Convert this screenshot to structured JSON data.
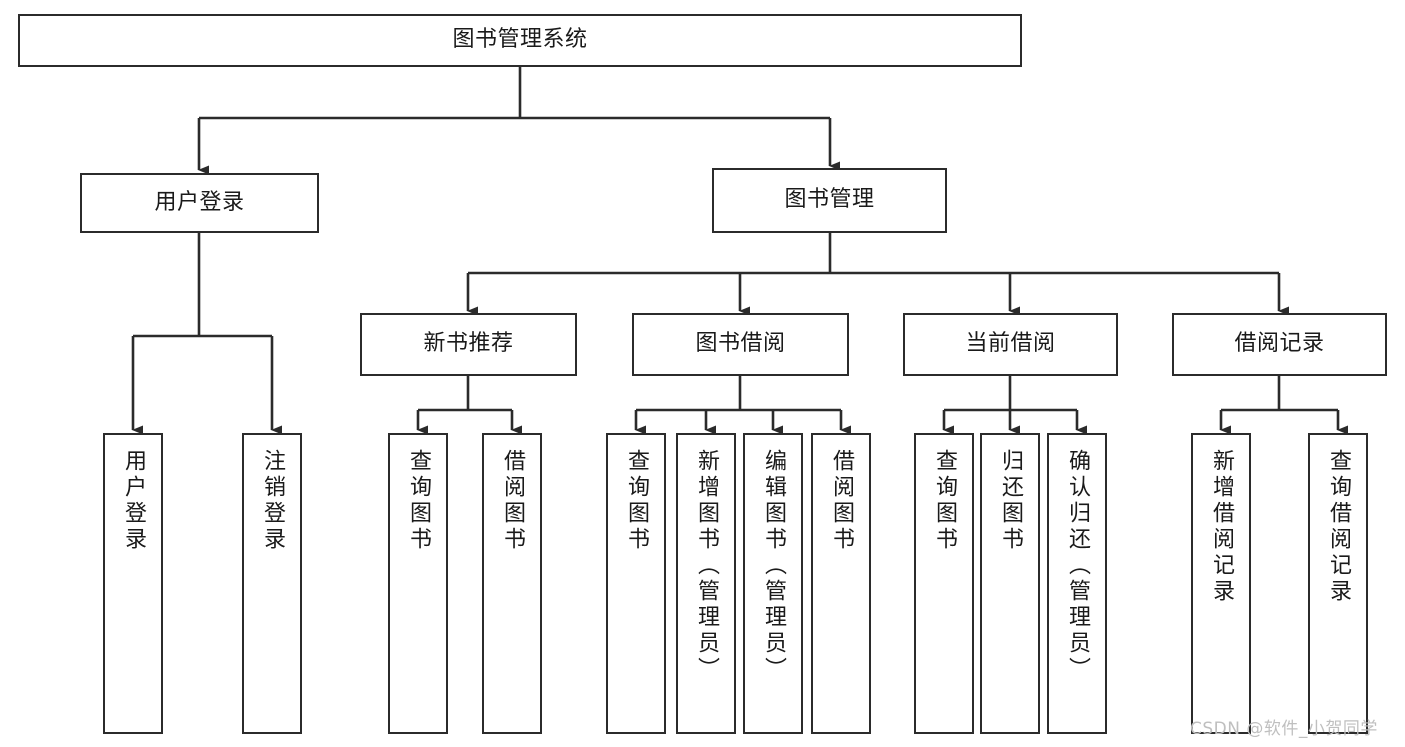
{
  "diagram": {
    "type": "hierarchy-tree",
    "orientation": "top-down",
    "levels": 4,
    "root": {
      "id": "root",
      "label": "图书管理系统",
      "text_direction": "horizontal"
    },
    "level2": [
      {
        "id": "user-login",
        "label": "用户登录",
        "text_direction": "horizontal"
      },
      {
        "id": "book-manage",
        "label": "图书管理",
        "text_direction": "horizontal"
      }
    ],
    "level3": [
      {
        "id": "new-book-recommend",
        "label": "新书推荐",
        "parent": "book-manage",
        "text_direction": "horizontal"
      },
      {
        "id": "book-borrow",
        "label": "图书借阅",
        "parent": "book-manage",
        "text_direction": "horizontal"
      },
      {
        "id": "current-borrow",
        "label": "当前借阅",
        "parent": "book-manage",
        "text_direction": "horizontal"
      },
      {
        "id": "borrow-record",
        "label": "借阅记录",
        "parent": "book-manage",
        "text_direction": "horizontal"
      }
    ],
    "leaves": [
      {
        "id": "leaf-user-login",
        "label": "用户登录",
        "parent": "user-login",
        "text_direction": "vertical"
      },
      {
        "id": "leaf-user-logout",
        "label": "注销登录",
        "parent": "user-login",
        "text_direction": "vertical"
      },
      {
        "id": "leaf-rec-query-book",
        "label": "查询图书",
        "parent": "new-book-recommend",
        "text_direction": "vertical"
      },
      {
        "id": "leaf-rec-borrow-book",
        "label": "借阅图书",
        "parent": "new-book-recommend",
        "text_direction": "vertical"
      },
      {
        "id": "leaf-borrow-query-book",
        "label": "查询图书",
        "parent": "book-borrow",
        "text_direction": "vertical"
      },
      {
        "id": "leaf-borrow-add-book",
        "label": "新增图书（管理员）",
        "parent": "book-borrow",
        "text_direction": "vertical"
      },
      {
        "id": "leaf-borrow-edit-book",
        "label": "编辑图书（管理员）",
        "parent": "book-borrow",
        "text_direction": "vertical"
      },
      {
        "id": "leaf-borrow-borrow-book",
        "label": "借阅图书",
        "parent": "book-borrow",
        "text_direction": "vertical"
      },
      {
        "id": "leaf-cur-query-book",
        "label": "查询图书",
        "parent": "current-borrow",
        "text_direction": "vertical"
      },
      {
        "id": "leaf-cur-return-book",
        "label": "归还图书",
        "parent": "current-borrow",
        "text_direction": "vertical"
      },
      {
        "id": "leaf-cur-confirm-return",
        "label": "确认归还（管理员）",
        "parent": "current-borrow",
        "text_direction": "vertical"
      },
      {
        "id": "leaf-rec-add-record",
        "label": "新增借阅记录",
        "parent": "borrow-record",
        "text_direction": "vertical"
      },
      {
        "id": "leaf-rec-query-record",
        "label": "查询借阅记录",
        "parent": "borrow-record",
        "text_direction": "vertical"
      }
    ]
  },
  "watermark": {
    "text": "CSDN @软件_小贺同学"
  },
  "colors": {
    "box_border": "#2b2b2b",
    "box_fill": "#ffffff",
    "connector": "#2b2b2b",
    "text": "#1a1a1a",
    "watermark": "#bfbfbf",
    "background": "#ffffff"
  }
}
